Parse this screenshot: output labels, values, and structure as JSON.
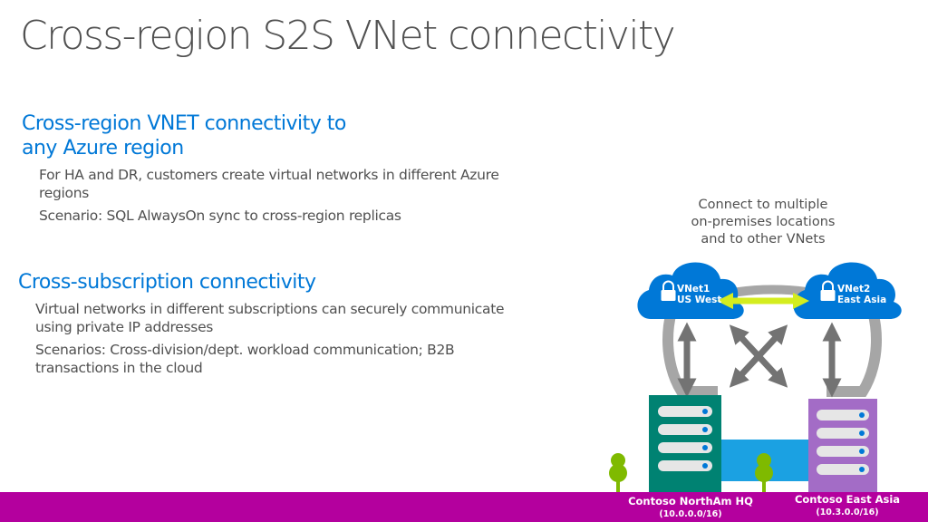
{
  "title": "Cross-region S2S VNet connectivity",
  "sections": [
    {
      "heading_line1": "Cross-region VNET connectivity to",
      "heading_line2": "any Azure region",
      "bullets": [
        {
          "line1": "For HA and DR, customers create virtual networks in different Azure",
          "line2": "regions"
        },
        {
          "line1": "Scenario: SQL AlwaysOn sync to cross-region replicas",
          "line2": ""
        }
      ]
    },
    {
      "heading_line1": "Cross-subscription connectivity",
      "heading_line2": "",
      "bullets": [
        {
          "line1": "Virtual networks in different subscriptions can securely communicate",
          "line2": "using private IP addresses"
        },
        {
          "line1": "Scenarios: Cross-division/dept. workload communication; B2B",
          "line2": "transactions in the cloud"
        }
      ]
    }
  ],
  "diagram": {
    "callout_lines": [
      "Connect to multiple",
      "on-premises locations",
      "and to other VNets"
    ],
    "vnets": [
      {
        "name": "VNet1",
        "region": "US West"
      },
      {
        "name": "VNet2",
        "region": "East Asia"
      }
    ],
    "sites": [
      {
        "name": "Contoso NorthAm HQ",
        "address": "(10.0.0.0/16)"
      },
      {
        "name": "Contoso East Asia",
        "address": "(10.3.0.0/16)"
      }
    ],
    "icons": {
      "cloud": "cloud-icon",
      "lock": "lock-icon",
      "server": "server-rack-icon",
      "tree": "tree-icon",
      "arrow": "double-arrow-icon",
      "cross": "cross-arrows-icon"
    }
  },
  "colors": {
    "title": "#505050",
    "accent": "#0078d7",
    "body_text": "#505050",
    "cloud": "#0078d7",
    "vnet_link": "#d4ed1f",
    "arrows": "#737373",
    "loop": "#a6a6a6",
    "server_left": "#008272",
    "server_right": "#a36cc6",
    "water": "#1ba1e2",
    "tree": "#7fba00",
    "bottom_bar": "#b4009e"
  }
}
